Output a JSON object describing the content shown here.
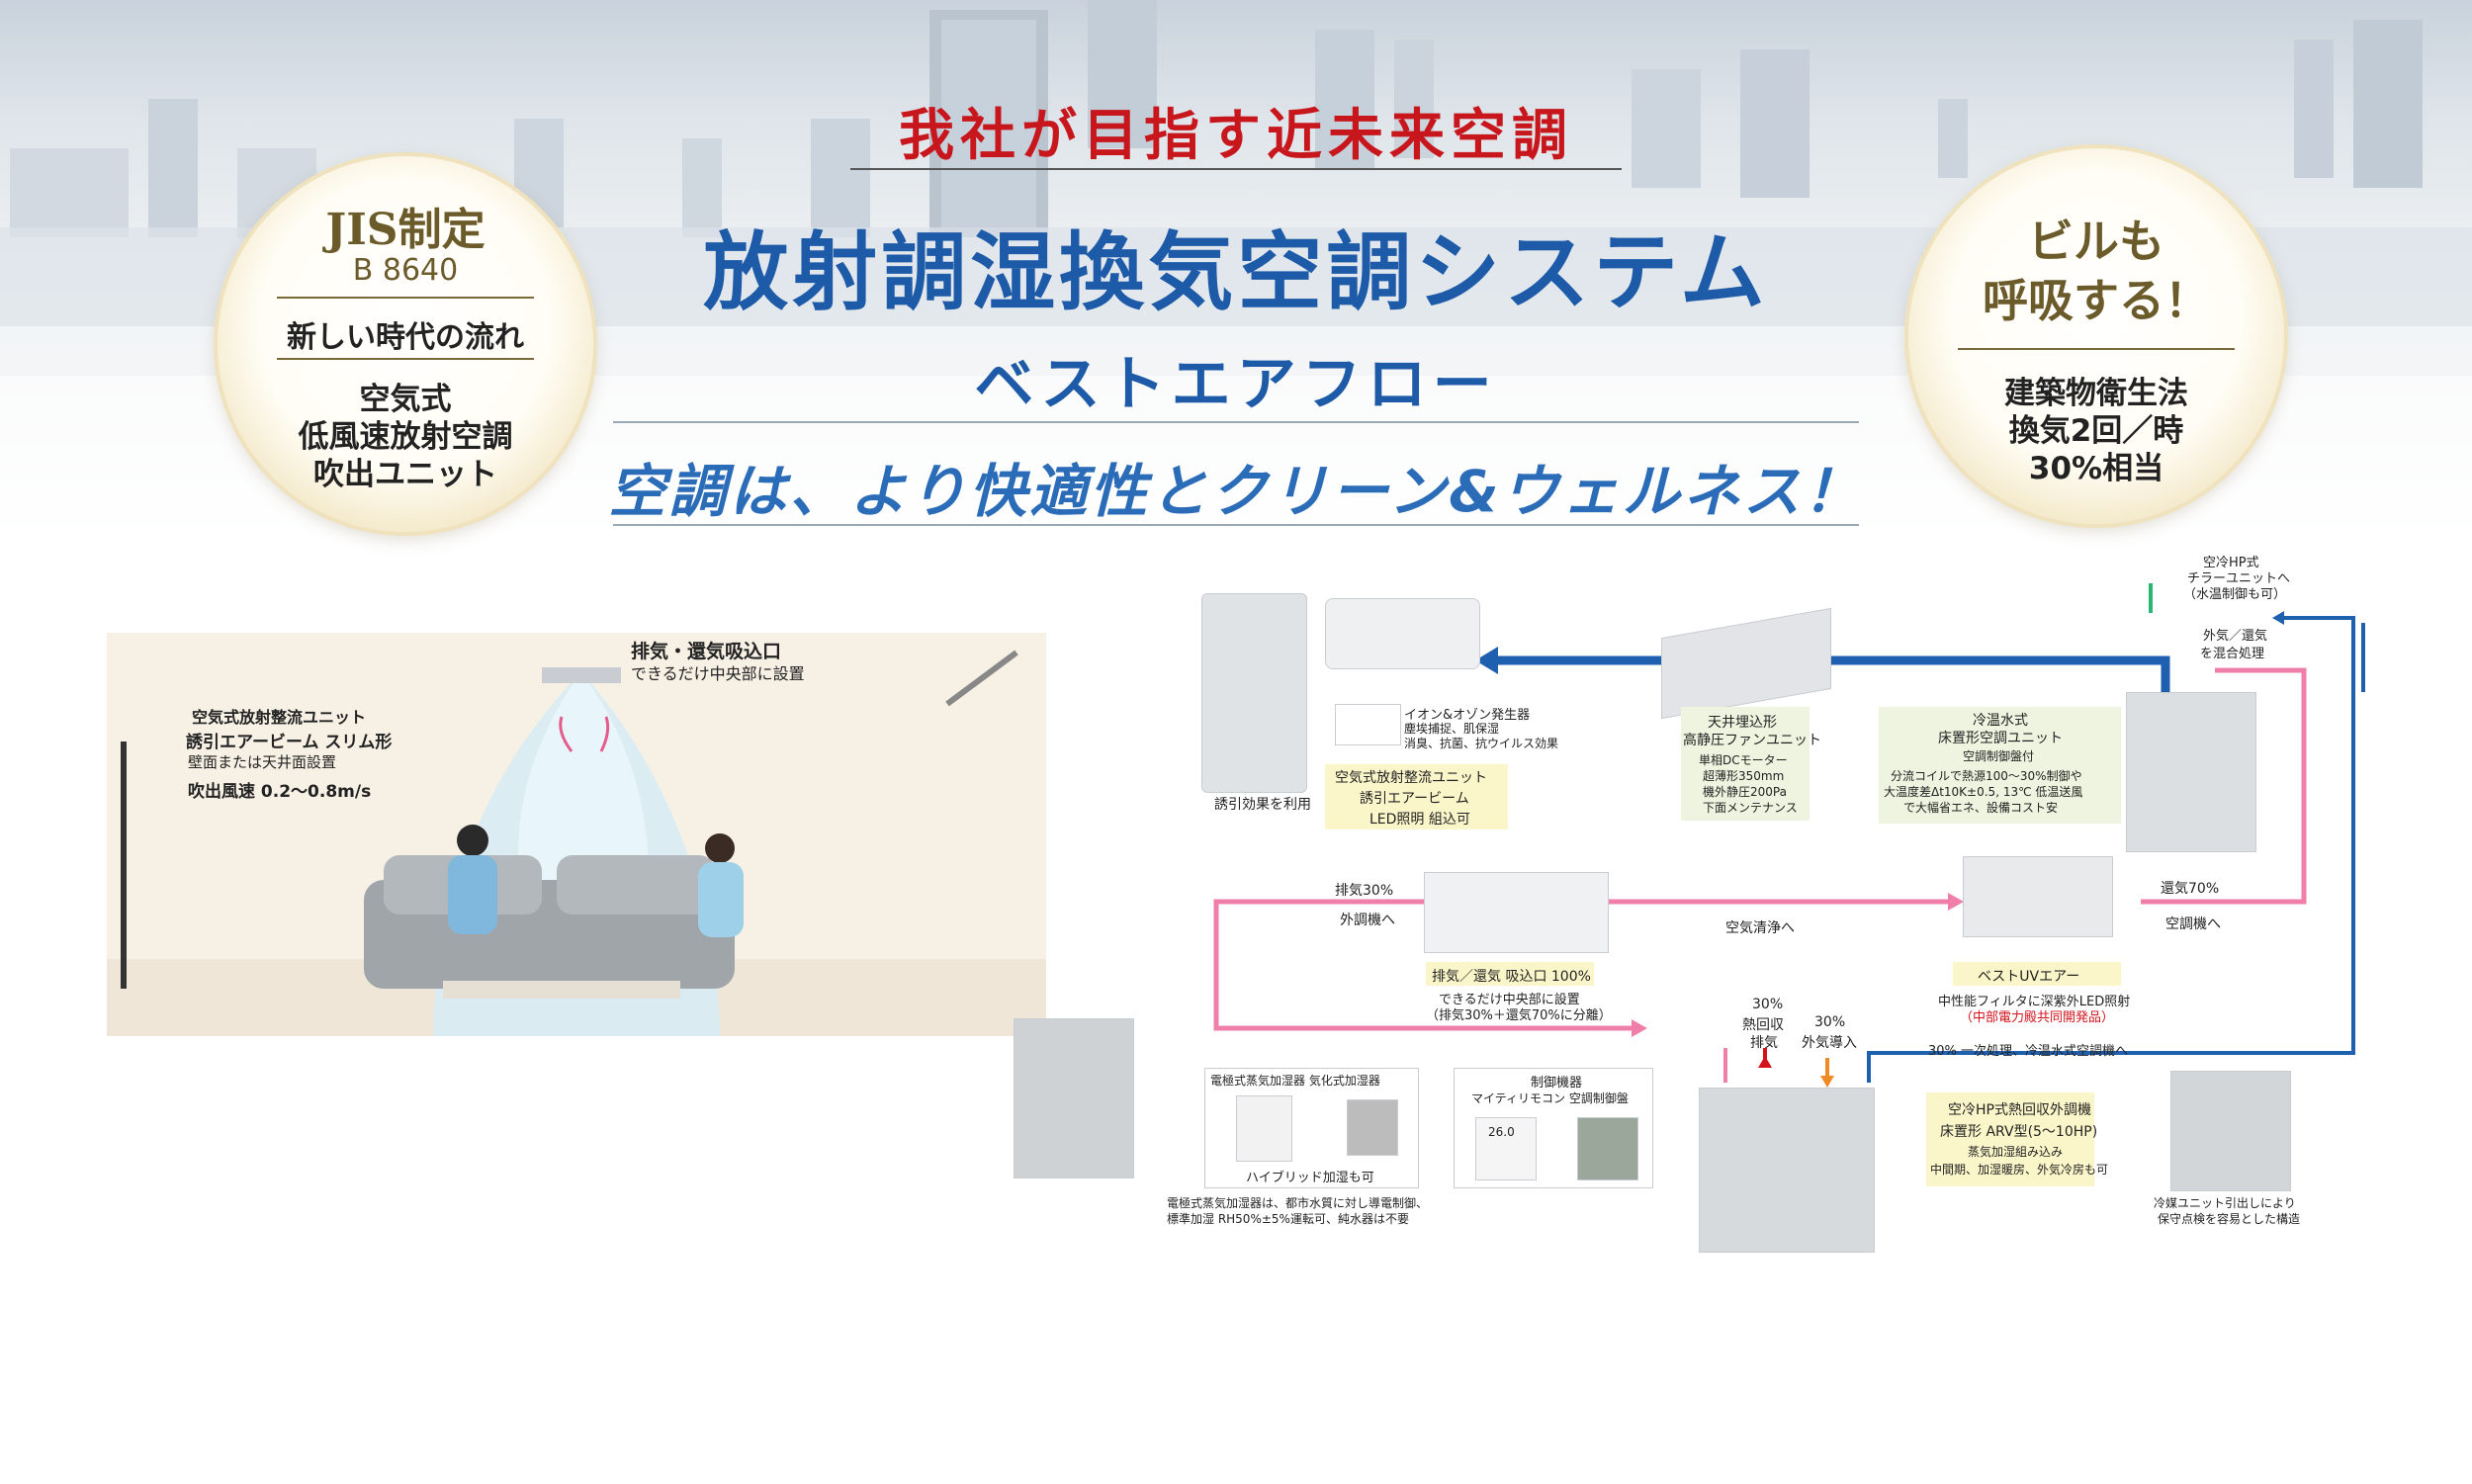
{
  "header": {
    "tagline": "我社が目指す近未来空調",
    "title": "放射調湿換気空調システム",
    "subtitle": "ベストエアフロー",
    "catchphrase": "空調は、より快適性とクリーン&ウェルネス！"
  },
  "badge_left": {
    "title": "JIS制定",
    "code": "B 8640",
    "banner": "新しい時代の流れ",
    "lines": [
      "空気式",
      "低風速放射空調",
      "吹出ユニット"
    ]
  },
  "badge_right": {
    "title_lines": [
      "ビルも",
      "呼吸する！"
    ],
    "lines": [
      "建築物衛生法",
      "換気2回／時",
      "30%相当"
    ]
  },
  "room": {
    "intake_title": "排気・還気吸込口",
    "intake_sub": "できるだけ中央部に設置",
    "unit_line1": "空気式放射整流ユニット",
    "unit_line2": "誘引エアービーム スリム形",
    "unit_line3": "壁面または天井面設置",
    "unit_line4": "吹出風速 0.2〜0.8m/s"
  },
  "diagram": {
    "induction_caption": "誘引効果を利用",
    "ion_title": "イオン&オゾン発生器",
    "ion_lines": [
      "塵埃捕捉、肌保湿",
      "消臭、抗菌、抗ウイルス効果"
    ],
    "beam_box": [
      "空気式放射整流ユニット",
      "誘引エアービーム",
      "LED照明 組込可"
    ],
    "fan_box": [
      "天井埋込形",
      "高静圧ファンユニット",
      "単相DCモーター",
      "超薄形350mm",
      "機外静圧200Pa",
      "下面メンテナンス"
    ],
    "floor_box": [
      "冷温水式",
      "床置形空調ユニット",
      "空調制御盤付",
      "分流コイルで熱源100〜30%制御や",
      "大温度差Δt10K±0.5, 13℃ 低温送風",
      "で大幅省エネ、設備コスト安"
    ],
    "chiller_note": [
      "空冷HP式",
      "チラーユニットへ",
      "（水温制御も可）"
    ],
    "outside_air_note": [
      "外気／還気",
      "を混合処理"
    ],
    "exhaust30": "排気30%",
    "to_outdoor": "外調機へ",
    "to_cleaning": "空気清浄へ",
    "return70": "還気70%",
    "to_ahu": "空調機へ",
    "intake_box": "排気／還気 吸込口 100%",
    "intake_notes": [
      "できるだけ中央部に設置",
      "（排気30%＋還気70%に分離）"
    ],
    "uv_box": "ベストUVエアー",
    "uv_notes": [
      "中性能フィルタに深紫外LED照射",
      "（中部電力殿共同開発品）"
    ],
    "heat_recovery": [
      "30%",
      "熱回収",
      "排気"
    ],
    "outside_intake": [
      "30%",
      "外気導入"
    ],
    "primary_note": "30% 一次処理、冷温水式空調機へ",
    "humidifier_title": "電極式蒸気加湿器 気化式加湿器",
    "hybrid_note": "ハイブリッド加湿も可",
    "humidifier_notes": [
      "電極式蒸気加湿器は、都市水質に対し導電制御、",
      "標準加湿 RH50%±5%運転可、純水器は不要"
    ],
    "control_title": "制御機器",
    "control_sub": "マイティリモコン 空調制御盤",
    "remote_display": "26.0",
    "hp_box": [
      "空冷HP式熱回収外調機",
      "床置形 ARV型(5〜10HP)",
      "蒸気加湿組み込み",
      "中間期、加湿暖房、外気冷房も可"
    ],
    "maintenance_note": [
      "冷媒ユニット引出しにより",
      "保守点検を容易とした構造"
    ]
  },
  "colors": {
    "accent_red": "#c8161d",
    "title_blue": "#1d5aa8",
    "supply_arrow": "#1e5fb0",
    "return_arrow": "#ef7fa8",
    "chiller_arrow": "#2bb673",
    "outside_arrow": "#f08a24"
  }
}
